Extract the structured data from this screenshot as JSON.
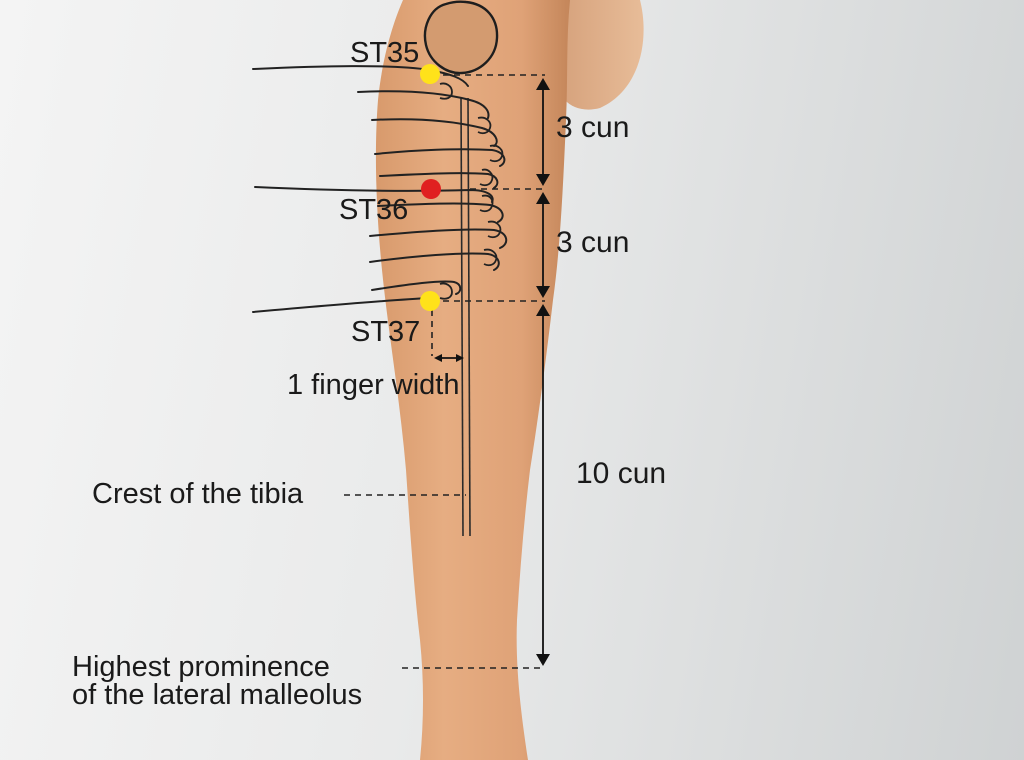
{
  "points": {
    "st35": {
      "label": "ST35",
      "color": "#ffe21a"
    },
    "st36": {
      "label": "ST36",
      "color": "#e02020"
    },
    "st37": {
      "label": "ST37",
      "color": "#ffe21a"
    }
  },
  "measurements": {
    "upper": "3 cun",
    "middle": "3 cun",
    "lower": "10 cun",
    "finger_width": "1 finger width"
  },
  "landmarks": {
    "tibia_crest": "Crest of the tibia",
    "malleolus_line1": "Highest prominence",
    "malleolus_line2": "of the lateral malleolus"
  },
  "colors": {
    "skin": "#e0a57a",
    "skin_shadow": "#c98a5e",
    "kneecap": "#cf9a70"
  }
}
